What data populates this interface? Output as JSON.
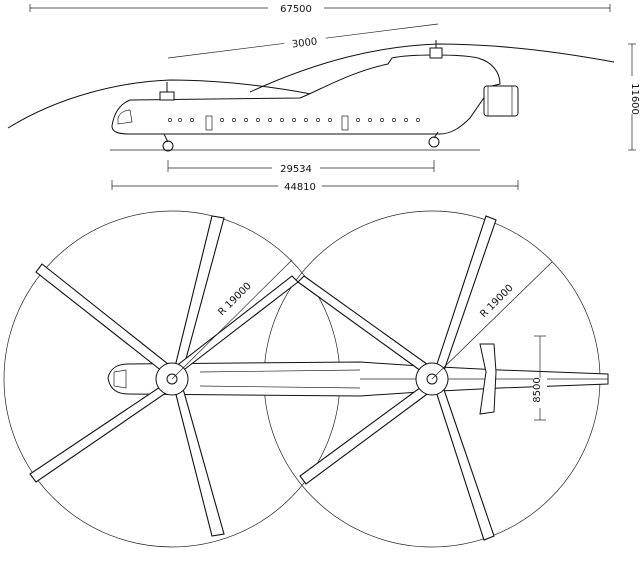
{
  "dimensions": {
    "overall_span": "67500",
    "rotor_spacing": "3000",
    "height": "11600",
    "wheelbase": "29534",
    "fuselage_length": "44810",
    "rotor_radius_front": "R 19000",
    "rotor_radius_rear": "R 19000",
    "tail_span": "8500"
  }
}
